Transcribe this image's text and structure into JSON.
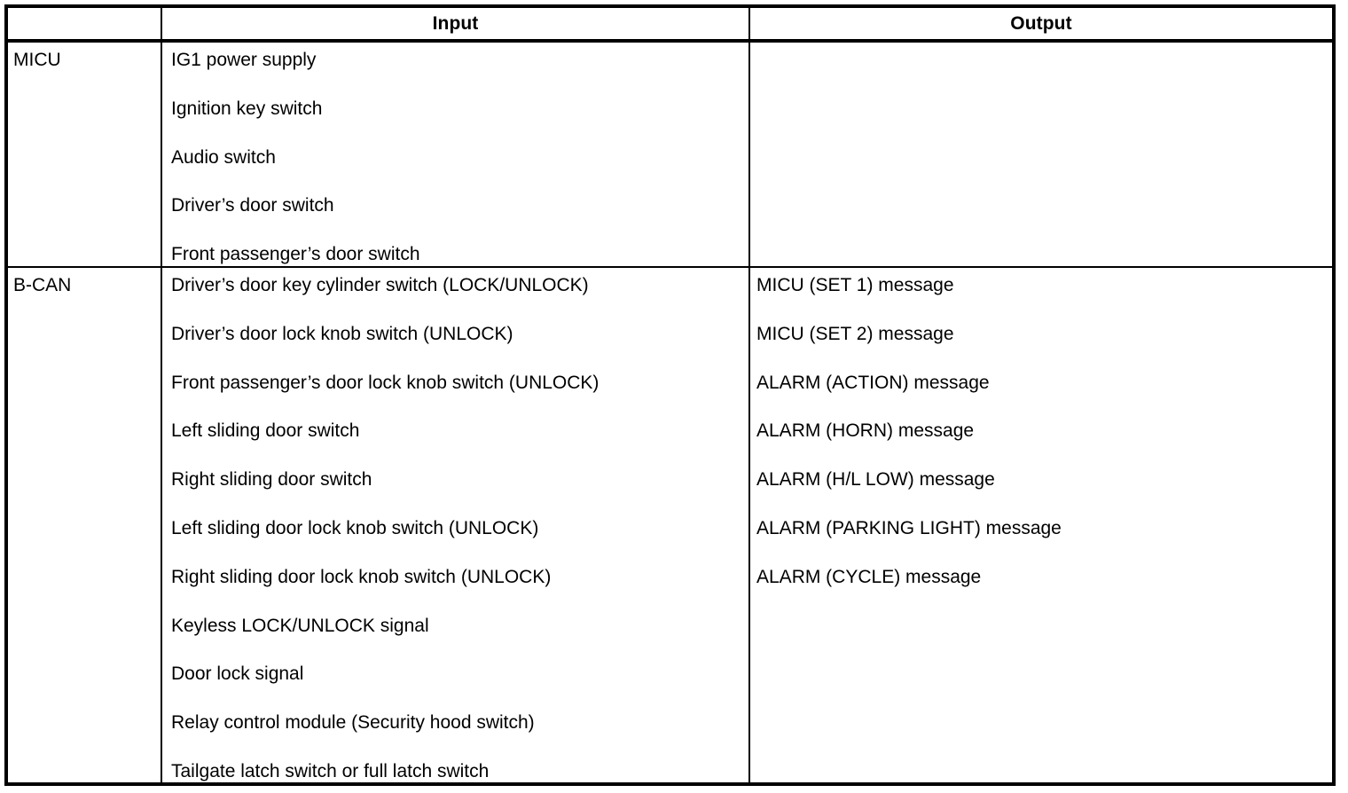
{
  "table": {
    "headers": {
      "corner": "",
      "input": "Input",
      "output": "Output"
    },
    "sections": [
      {
        "name": "MICU",
        "inputs": [
          "IG1 power supply",
          "Ignition key switch",
          "Audio switch",
          "Driver’s door switch",
          "Front passenger’s door switch"
        ],
        "outputs": []
      },
      {
        "name": "B-CAN",
        "inputs": [
          "Driver’s door key cylinder switch (LOCK/UNLOCK)",
          "Driver’s door lock knob switch (UNLOCK)",
          "Front passenger’s door lock knob switch (UNLOCK)",
          "Left sliding door switch",
          "Right sliding door switch",
          "Left sliding door lock knob switch (UNLOCK)",
          "Right sliding door lock knob switch (UNLOCK)",
          "Keyless LOCK/UNLOCK signal",
          "Door lock signal",
          "Relay control module (Security hood switch)",
          "Tailgate latch switch or full latch switch"
        ],
        "outputs": [
          "MICU (SET 1) message",
          "MICU (SET 2) message",
          "ALARM (ACTION) message",
          "ALARM (HORN) message",
          "ALARM (H/L LOW) message",
          "ALARM (PARKING LIGHT) message",
          "ALARM (CYCLE) message"
        ]
      }
    ]
  },
  "colors": {
    "border": "#000000",
    "text": "#000000",
    "background": "#ffffff"
  }
}
